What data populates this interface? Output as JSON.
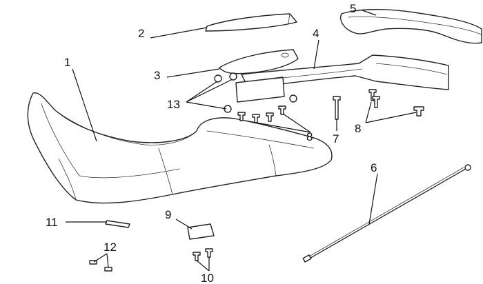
{
  "diagram": {
    "title": "",
    "callouts": [
      {
        "id": "1",
        "label": "1"
      },
      {
        "id": "2",
        "label": "2"
      },
      {
        "id": "3",
        "label": "3"
      },
      {
        "id": "4",
        "label": "4"
      },
      {
        "id": "5",
        "label": "5"
      },
      {
        "id": "6",
        "label": "6"
      },
      {
        "id": "7",
        "label": "7"
      },
      {
        "id": "8a",
        "label": "8"
      },
      {
        "id": "8b",
        "label": "8"
      },
      {
        "id": "9",
        "label": "9"
      },
      {
        "id": "10",
        "label": "10"
      },
      {
        "id": "11",
        "label": "11"
      },
      {
        "id": "12",
        "label": "12"
      },
      {
        "id": "13",
        "label": "13"
      }
    ]
  }
}
